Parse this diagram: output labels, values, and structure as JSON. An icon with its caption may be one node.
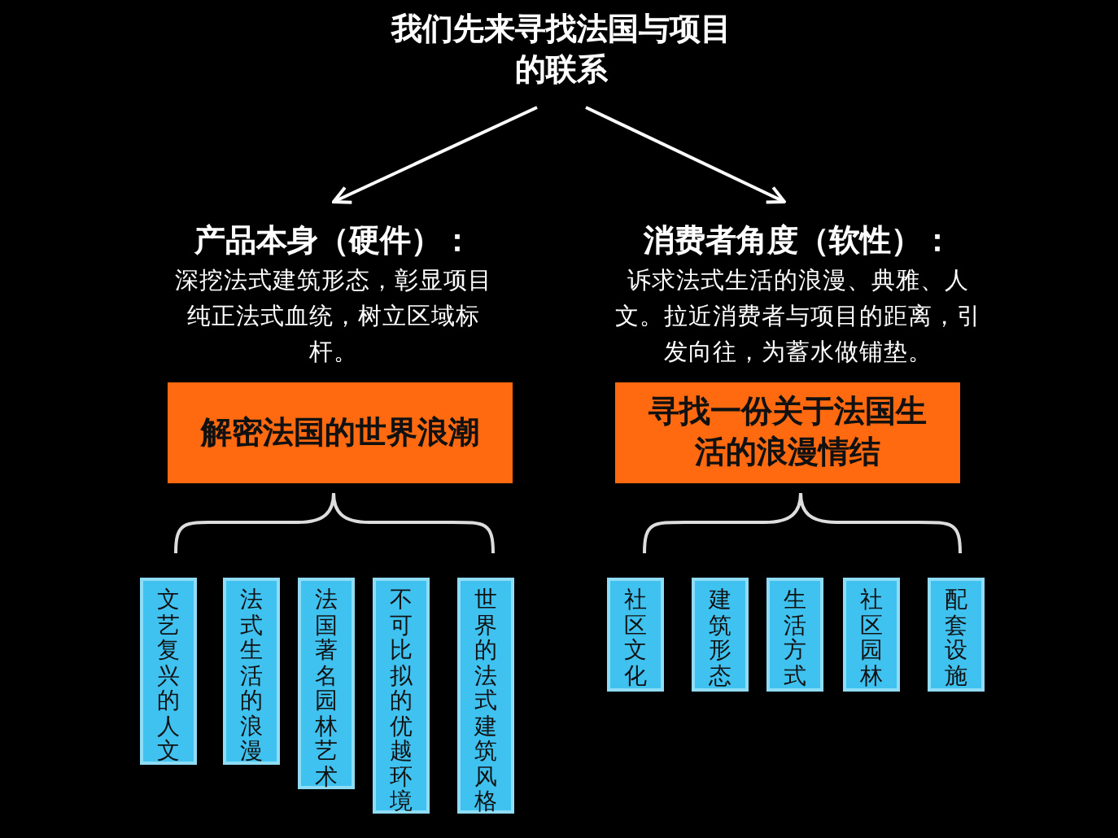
{
  "diagram": {
    "nodes": [
      {
        "text": [
          "我们先来寻找法国与项目的联系"
        ]
      },
      {
        "text": [
          "产品本身（硬件）：",
          "深挖法式建筑形态，彰显项目纯正法式血统，树立区域标杆。"
        ]
      },
      {
        "text": [
          "消费者角度（软性）：",
          "诉求法式生活的浪漫、典雅、人文。拉近消费者与项目的距离，引发向往，为蓄水做铺垫。"
        ]
      },
      {
        "text": [
          "解密法国的世界浪潮"
        ]
      },
      {
        "text": [
          "寻找一份关于法国生活的浪漫情结"
        ]
      },
      {
        "text": [
          "文艺复兴的人文"
        ]
      },
      {
        "text": [
          "法式生活的浪漫"
        ]
      },
      {
        "text": [
          "法国著名园林艺术"
        ]
      },
      {
        "text": [
          "不可比拟的优越环境"
        ]
      },
      {
        "text": [
          "世界的法式建筑风格"
        ]
      },
      {
        "text": [
          "社区文化"
        ]
      },
      {
        "text": [
          "建筑形态"
        ]
      },
      {
        "text": [
          "生活方式"
        ]
      },
      {
        "text": [
          "社区园林"
        ]
      },
      {
        "text": [
          "配套设施"
        ]
      }
    ],
    "edges": [
      {
        "from": 0,
        "to": 1,
        "arrow": "to"
      },
      {
        "from": 0,
        "to": 2,
        "arrow": "to"
      }
    ]
  }
}
